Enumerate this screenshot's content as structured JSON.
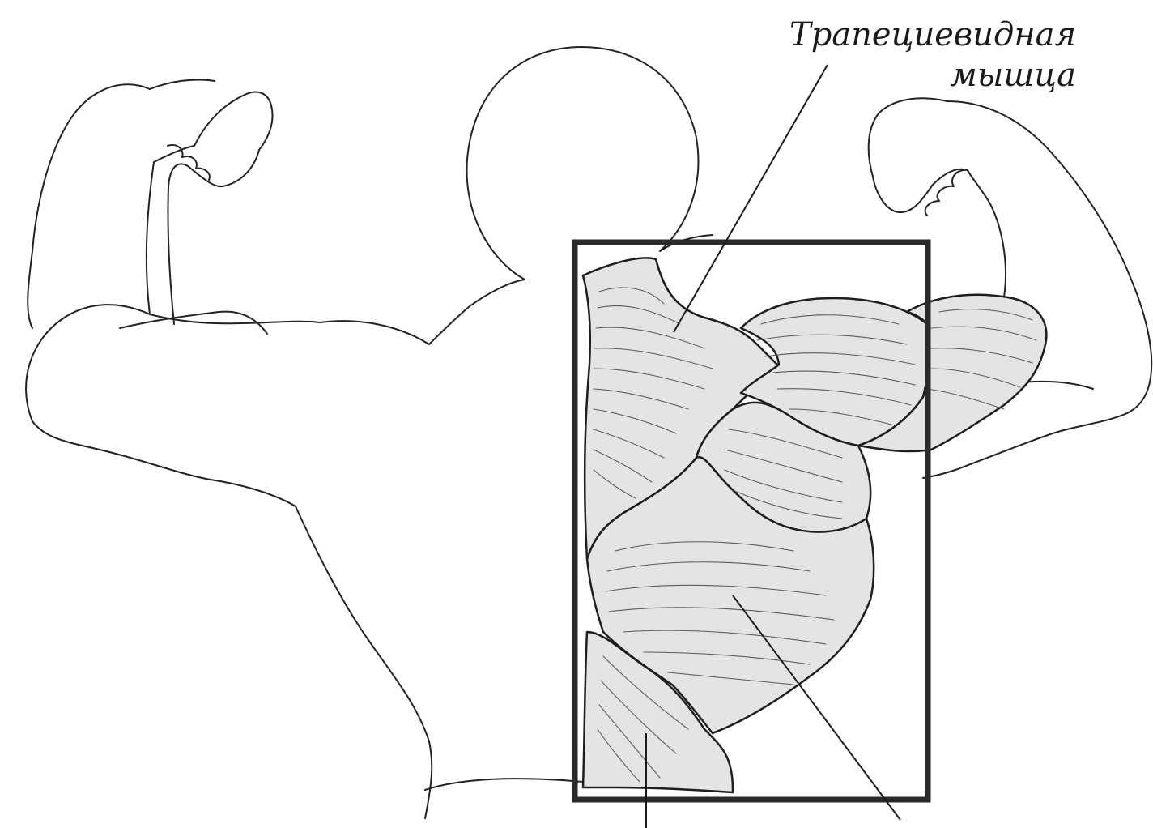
{
  "diagram": {
    "labels": {
      "trapezius_line1": "Трапециевидная",
      "trapezius_line2": "мышца"
    },
    "icons": {
      "figure": "muscular-back-figure",
      "highlight": "highlight-frame"
    }
  }
}
